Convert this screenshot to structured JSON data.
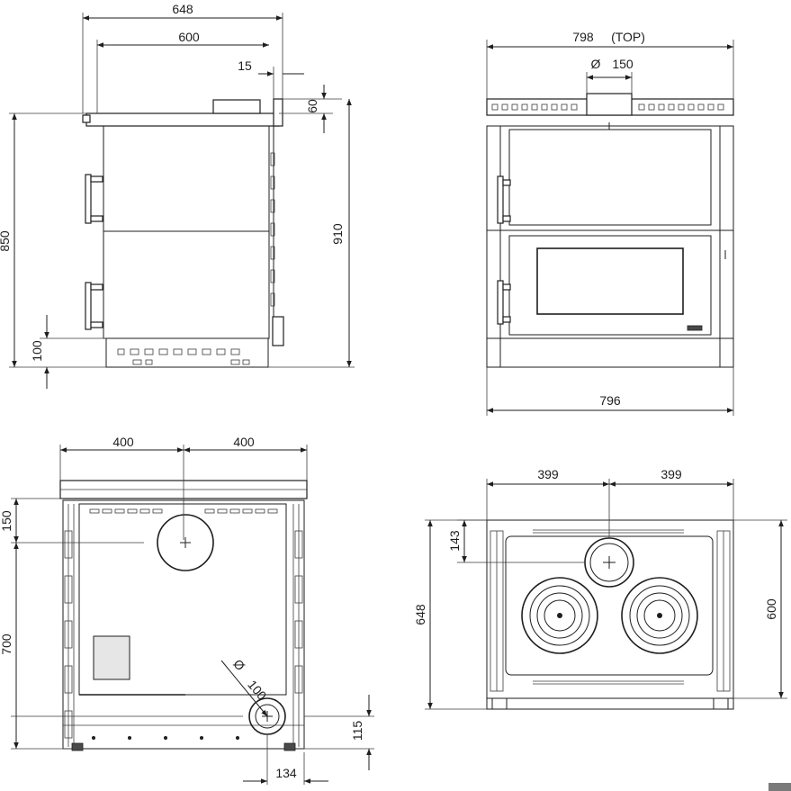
{
  "views": {
    "side": {
      "dim_total_depth": "648",
      "dim_body_depth": "600",
      "dim_overhang": "15",
      "dim_top_height": "60",
      "dim_height": "850",
      "dim_total_height": "910",
      "dim_plinth": "100"
    },
    "front": {
      "dim_top_width": "798",
      "dim_top_label": "(TOP)",
      "dim_flue_symbol": "Ø",
      "dim_flue": "150",
      "dim_width": "796"
    },
    "rear": {
      "dim_left_half": "400",
      "dim_right_half": "400",
      "dim_flue_offset": "150",
      "dim_air_height": "700",
      "dim_air_symbol": "Ø",
      "dim_air_diameter": "100",
      "dim_air_offset": "134",
      "dim_air_bottom": "115"
    },
    "top": {
      "dim_left_half": "399",
      "dim_right_half": "399",
      "dim_flue_offset": "143",
      "dim_total_depth": "648",
      "dim_body_depth": "600"
    }
  },
  "colors": {
    "line": "#1e1e1e",
    "background": "#ffffff"
  }
}
